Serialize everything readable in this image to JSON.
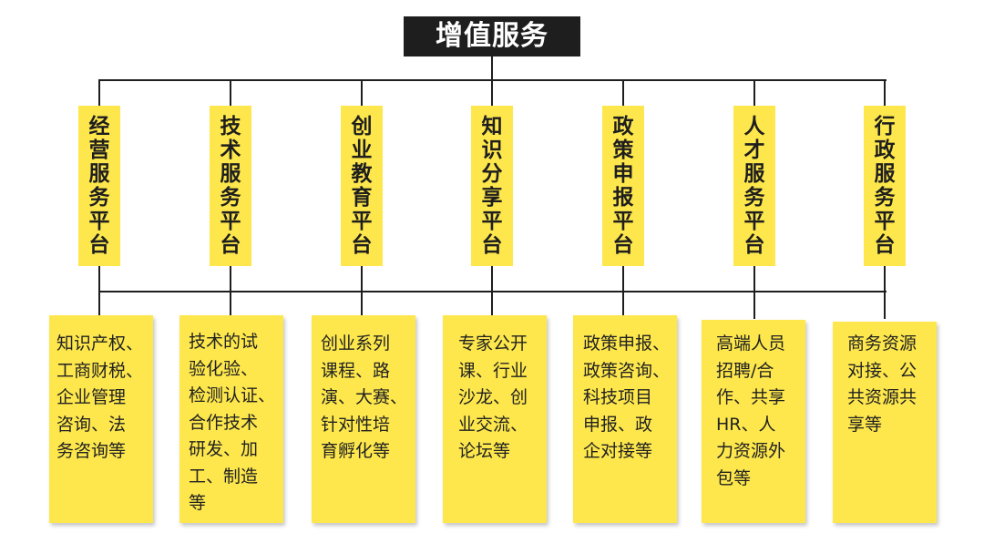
{
  "title": "增值服务",
  "platforms": [
    {
      "name": "经营服务平台",
      "lines": [
        "知识产权、",
        "工商财税、",
        "企业管理",
        "咨询、法",
        "务咨询等"
      ]
    },
    {
      "name": "技术服务平台",
      "lines": [
        "技术的试",
        "验化验、",
        "检测认证、",
        "合作技术",
        "研发、加",
        "工、制造",
        "等"
      ]
    },
    {
      "name": "创业教育平台",
      "lines": [
        "创业系列",
        "课程、路",
        "演、大赛、",
        "针对性培",
        "育孵化等"
      ]
    },
    {
      "name": "知识分享平台",
      "lines": [
        "专家公开",
        "课、行业",
        "沙龙、创",
        "业交流、",
        "论坛等"
      ]
    },
    {
      "name": "政策申报平台",
      "lines": [
        "政策申报、",
        "政策咨询、",
        "科技项目",
        "申报、政",
        "企对接等"
      ]
    },
    {
      "name": "人才服务平台",
      "lines": [
        "高端人员",
        "招聘/合",
        "作、共享",
        "HR、人",
        "力资源外",
        "包等"
      ]
    },
    {
      "name": "行政服务平台",
      "lines": [
        "商务资源",
        "对接、公",
        "共资源共",
        "享等"
      ]
    }
  ],
  "colors": {
    "box_fill": "#FDE74C",
    "title_fill": "#1E1E1E",
    "title_text": "#FFFFFF",
    "connector": "#1E1E1E",
    "text": "#222222"
  }
}
